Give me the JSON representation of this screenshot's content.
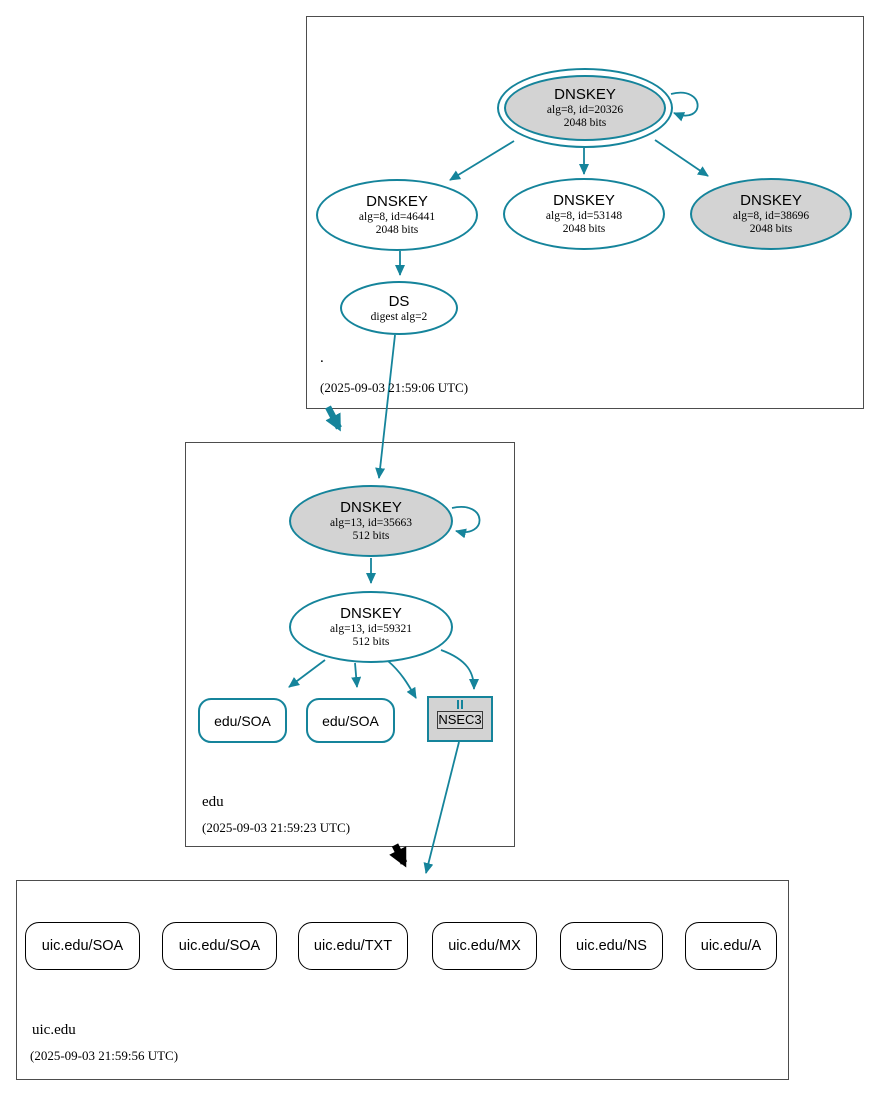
{
  "colors": {
    "secure_edge": "#15849B",
    "insecure_edge": "#000000",
    "warn_fill": "#D3D3D3",
    "box_border": "#4d4d4d"
  },
  "zones": {
    "root": {
      "label": ".",
      "timestamp": "(2025-09-03 21:59:06 UTC)",
      "ksk": {
        "title": "DNSKEY",
        "line1": "alg=8, id=20326",
        "line2": "2048 bits"
      },
      "keys": [
        {
          "title": "DNSKEY",
          "line1": "alg=8, id=46441",
          "line2": "2048 bits"
        },
        {
          "title": "DNSKEY",
          "line1": "alg=8, id=53148",
          "line2": "2048 bits"
        },
        {
          "title": "DNSKEY",
          "line1": "alg=8, id=38696",
          "line2": "2048 bits"
        }
      ],
      "ds": {
        "title": "DS",
        "line1": "digest alg=2"
      }
    },
    "edu": {
      "label": "edu",
      "timestamp": "(2025-09-03 21:59:23 UTC)",
      "ksk": {
        "title": "DNSKEY",
        "line1": "alg=13, id=35663",
        "line2": "512 bits"
      },
      "zsk": {
        "title": "DNSKEY",
        "line1": "alg=13, id=59321",
        "line2": "512 bits"
      },
      "rrsets": [
        "edu/SOA",
        "edu/SOA"
      ],
      "nsec3_label": "NSEC3"
    },
    "uic": {
      "label": "uic.edu",
      "timestamp": "(2025-09-03 21:59:56 UTC)",
      "rrsets": [
        "uic.edu/SOA",
        "uic.edu/SOA",
        "uic.edu/TXT",
        "uic.edu/MX",
        "uic.edu/NS",
        "uic.edu/A"
      ]
    }
  }
}
